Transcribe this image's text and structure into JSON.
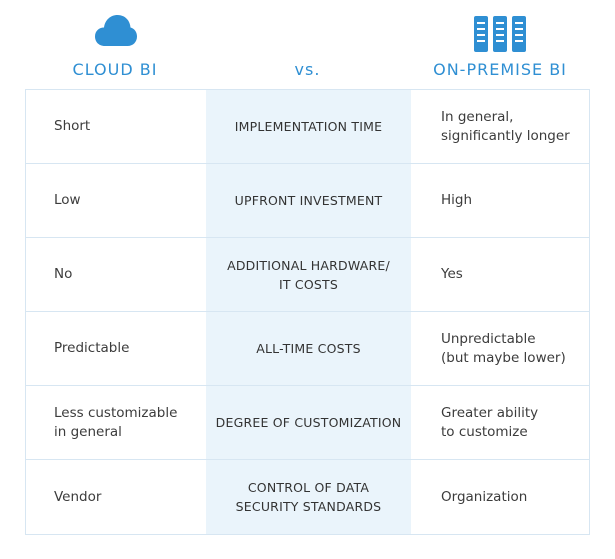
{
  "header": {
    "left_label": "CLOUD BI",
    "middle_label": "vs.",
    "right_label": "ON-PREMISE BI",
    "left_icon": "cloud-icon",
    "right_icon": "server-icon",
    "accent_color": "#2f8fd3"
  },
  "rows": [
    {
      "left": "Short",
      "criterion": "IMPLEMENTATION TIME",
      "right": "In general,\nsignificantly longer"
    },
    {
      "left": "Low",
      "criterion": "UPFRONT INVESTMENT",
      "right": "High"
    },
    {
      "left": "No",
      "criterion": "ADDITIONAL HARDWARE/\nIT COSTS",
      "right": "Yes"
    },
    {
      "left": "Predictable",
      "criterion": "ALL-TIME COSTS",
      "right": "Unpredictable\n(but maybe lower)"
    },
    {
      "left": "Less customizable\nin general",
      "criterion": "DEGREE OF CUSTOMIZATION",
      "right": "Greater ability\nto customize"
    },
    {
      "left": "Vendor",
      "criterion": "CONTROL OF DATA\nSECURITY STANDARDS",
      "right": "Organization"
    }
  ]
}
